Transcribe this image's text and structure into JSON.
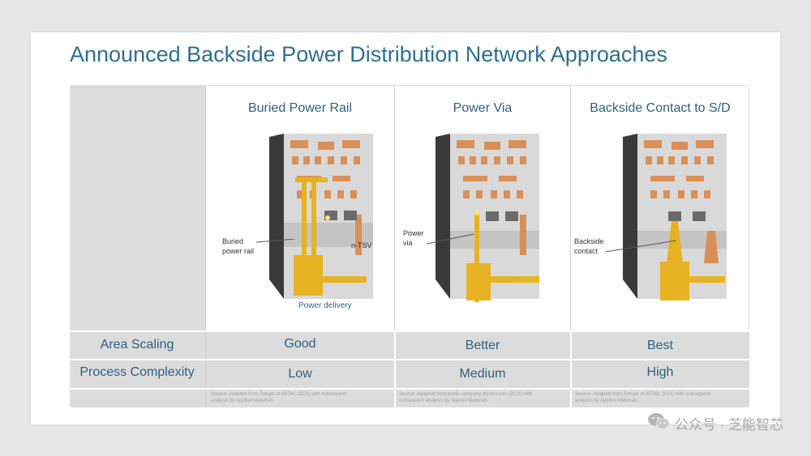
{
  "slide": {
    "title": "Announced Backside Power Distribution Network Approaches"
  },
  "columns": [
    {
      "header": "Buried Power Rail",
      "area_scaling": "Good",
      "process_complexity": "Low",
      "source": "Source: Adapted from Songet al (IEDM, 2021) with subsequent analysis by Applied Materials",
      "callouts": {
        "left": "Buried\npower rail",
        "right": "n-TSV",
        "bottom": "Power delivery"
      }
    },
    {
      "header": "Power Via",
      "area_scaling": "Better",
      "process_complexity": "Medium",
      "source": "Source: Adapted from public company disclosures (2021) with subsequent analysis by Applied Materials",
      "callouts": {
        "left": "Power\nvia"
      }
    },
    {
      "header": "Backside Contact to S/D",
      "area_scaling": "Best",
      "process_complexity": "High",
      "source": "Source: Adapted from Songet al (IEDM, 2021) with subsequent analysis by Applied Materials",
      "callouts": {
        "left": "Backside\ncontact"
      }
    }
  ],
  "rows": {
    "area_scaling": "Area Scaling",
    "process_complexity": "Process Complexity"
  },
  "watermark": {
    "text": "公众号 · 芝能智芯",
    "icon": "wechat-icon"
  },
  "colors": {
    "title": "#2f6f8f",
    "label": "#2f5f7e",
    "cell_gray": "#dcdcdc",
    "copper": "#d99058",
    "gold": "#e8b21a"
  }
}
